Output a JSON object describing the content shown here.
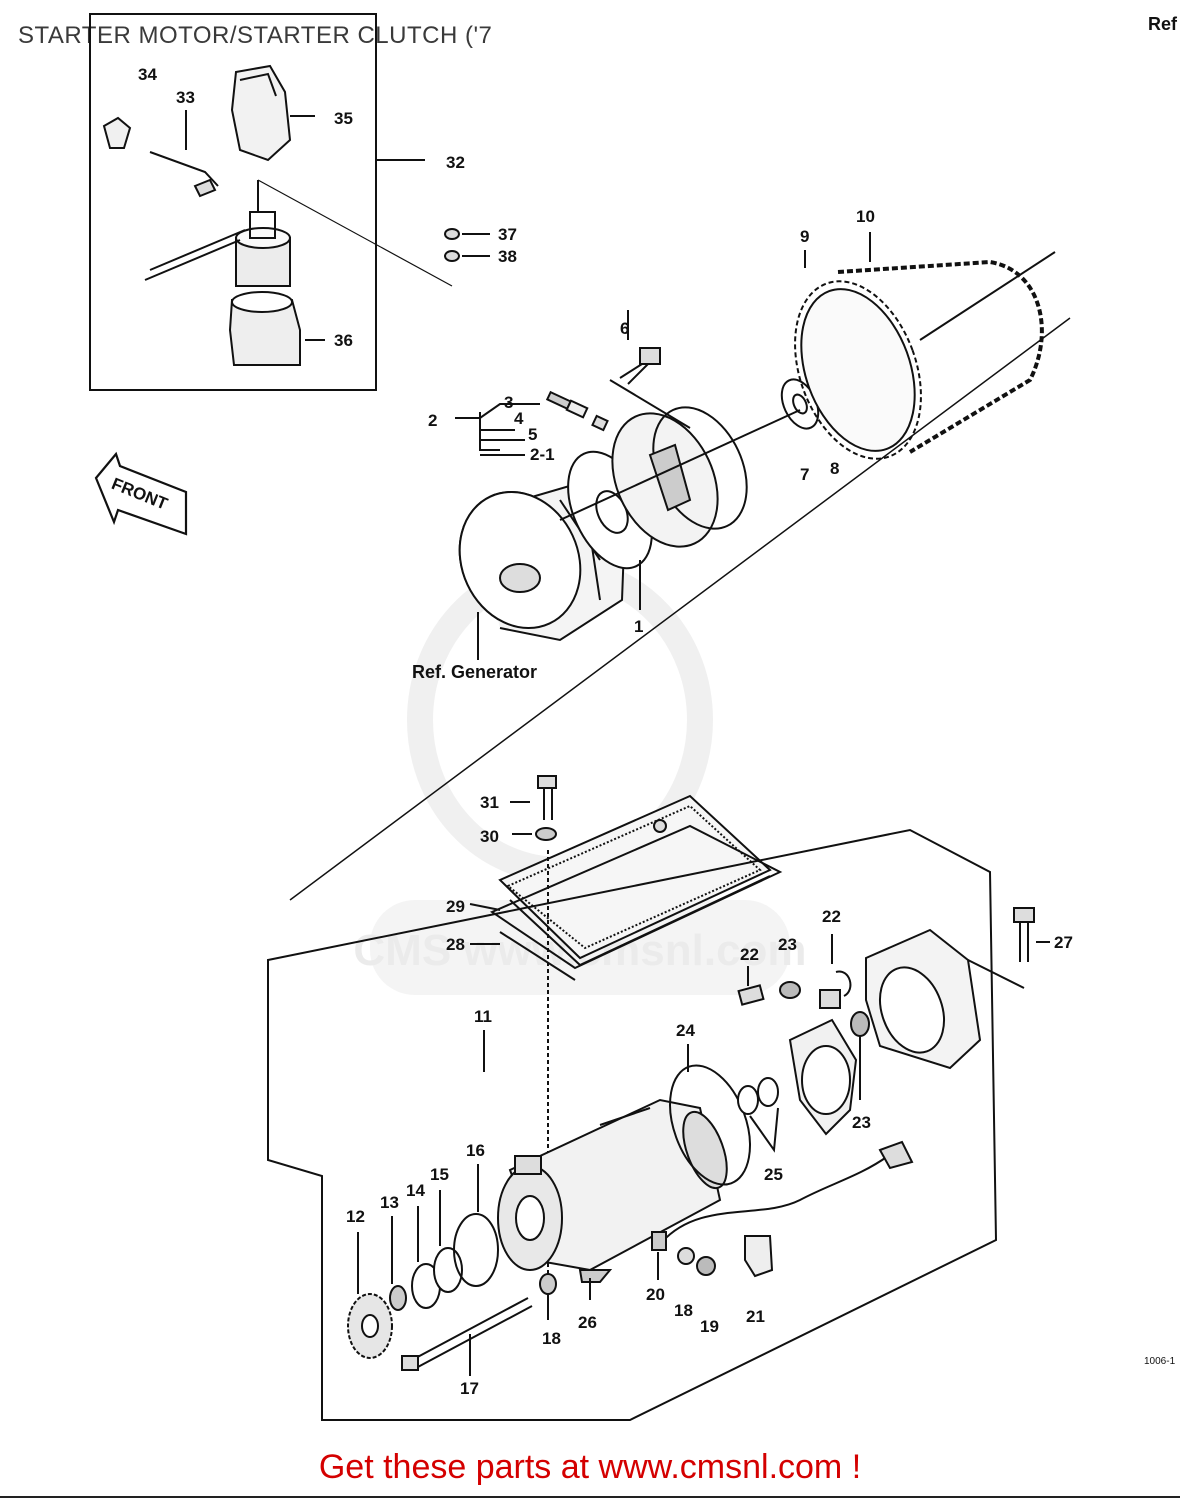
{
  "title": "STARTER MOTOR/STARTER CLUTCH ('7",
  "ref_top": "Ref",
  "front_label": "FRONT",
  "generator_ref": "Ref. Generator",
  "figure_code": "1006-1",
  "footer": "Get these parts at www.cmsnl.com !",
  "watermark": "CMS www.cmsnl.com",
  "colors": {
    "footer": "#d40000",
    "line": "#111111",
    "watermark": "#e6e6e6"
  },
  "callouts": {
    "c1": "1",
    "c2": "2",
    "c2_1": "2-1",
    "c3": "3",
    "c4": "4",
    "c5": "5",
    "c6": "6",
    "c7": "7",
    "c8": "8",
    "c9": "9",
    "c10": "10",
    "c11": "11",
    "c12": "12",
    "c13": "13",
    "c14": "14",
    "c15": "15",
    "c16": "16",
    "c17": "17",
    "c18a": "18",
    "c18b": "18",
    "c19": "19",
    "c20": "20",
    "c21": "21",
    "c22a": "22",
    "c22b": "22",
    "c23a": "23",
    "c23b": "23",
    "c24": "24",
    "c25": "25",
    "c26": "26",
    "c27": "27",
    "c28": "28",
    "c29": "29",
    "c30": "30",
    "c31": "31",
    "c32": "32",
    "c33": "33",
    "c34": "34",
    "c35": "35",
    "c36": "36",
    "c37": "37",
    "c38": "38"
  }
}
